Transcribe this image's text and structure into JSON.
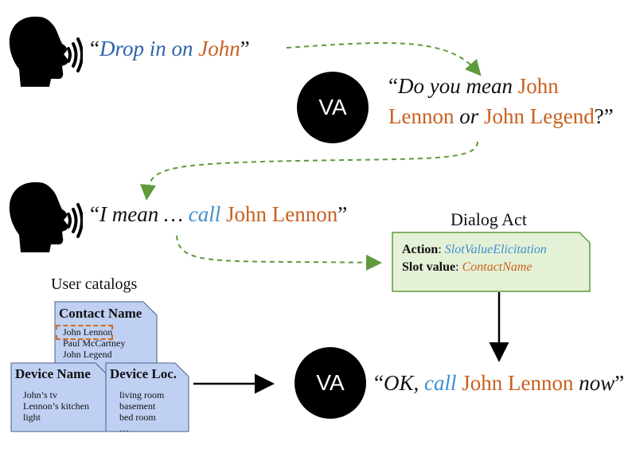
{
  "utterance_1": {
    "open": "“",
    "text": "Drop in on",
    "name": "John",
    "close": "”"
  },
  "va_label": "VA",
  "response_1": {
    "open": "“",
    "part1": "Do you mean",
    "name1": "John",
    "name1b": "Lennon",
    "or": "or",
    "name2": "John Legend",
    "close": "?”"
  },
  "utterance_2": {
    "open": "“",
    "text": "I mean … ",
    "verb": "call",
    "name": "John Lennon",
    "close": "”"
  },
  "dialog_act": {
    "title": "Dialog Act",
    "action_label": "Action",
    "action_value": "SlotValueElicitation",
    "slot_label": "Slot value",
    "slot_value": "ContactName"
  },
  "user_catalogs": {
    "title": "User catalogs",
    "contact": {
      "title": "Contact Name",
      "items": [
        "John Lennon",
        "Paul McCartney",
        "John Legend"
      ]
    },
    "device_name": {
      "title": "Device Name",
      "items": [
        "John’s tv",
        "Lennon’s kitchen",
        "light"
      ]
    },
    "device_loc": {
      "title": "Device Loc.",
      "items": [
        "living room",
        "basement",
        "bed room",
        "…"
      ]
    }
  },
  "response_2": {
    "open": "“",
    "part1": "OK,",
    "verb": "call",
    "name": "John Lennon",
    "part2": "now",
    "close": "”"
  },
  "colors": {
    "blue": "#2e63a9",
    "orange": "#c8601e",
    "green_dash": "#5f9a3c",
    "card_fill": "#bfd0f2",
    "dialog_fill": "#e4f1d6"
  }
}
